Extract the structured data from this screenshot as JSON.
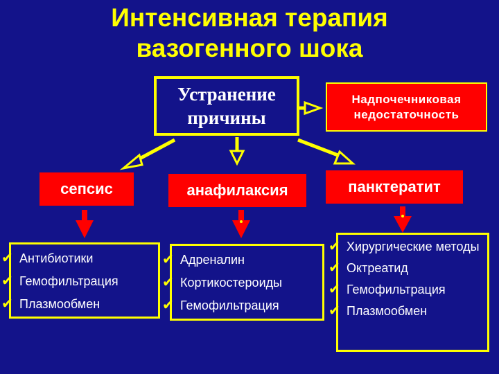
{
  "title": {
    "line1": "Интенсивная терапия",
    "line2": "вазогенного шока"
  },
  "cause": {
    "line1": "Устранение",
    "line2": "причины"
  },
  "adrenal": {
    "line1": "Надпочечниковая",
    "line2": "недостаточность"
  },
  "conditions": [
    {
      "label": "сепсис"
    },
    {
      "label": "анафилаксия"
    },
    {
      "label": "панктератит"
    }
  ],
  "treatments": {
    "sepsis": [
      "Антибиотики",
      "Гемофильтрация",
      "Плазмообмен"
    ],
    "anaphylaxis": [
      "Адреналин",
      "Кортикостероиды",
      "Гемофильтрация"
    ],
    "pancreatitis": [
      "Хирургические методы",
      "Октреатид",
      "Гемофильтрация",
      "Плазмообмен"
    ]
  },
  "check_glyph": "✔",
  "colors": {
    "background": "#13138a",
    "accent": "#ffff00",
    "box_red": "#ff0000",
    "text": "#ffffff"
  }
}
